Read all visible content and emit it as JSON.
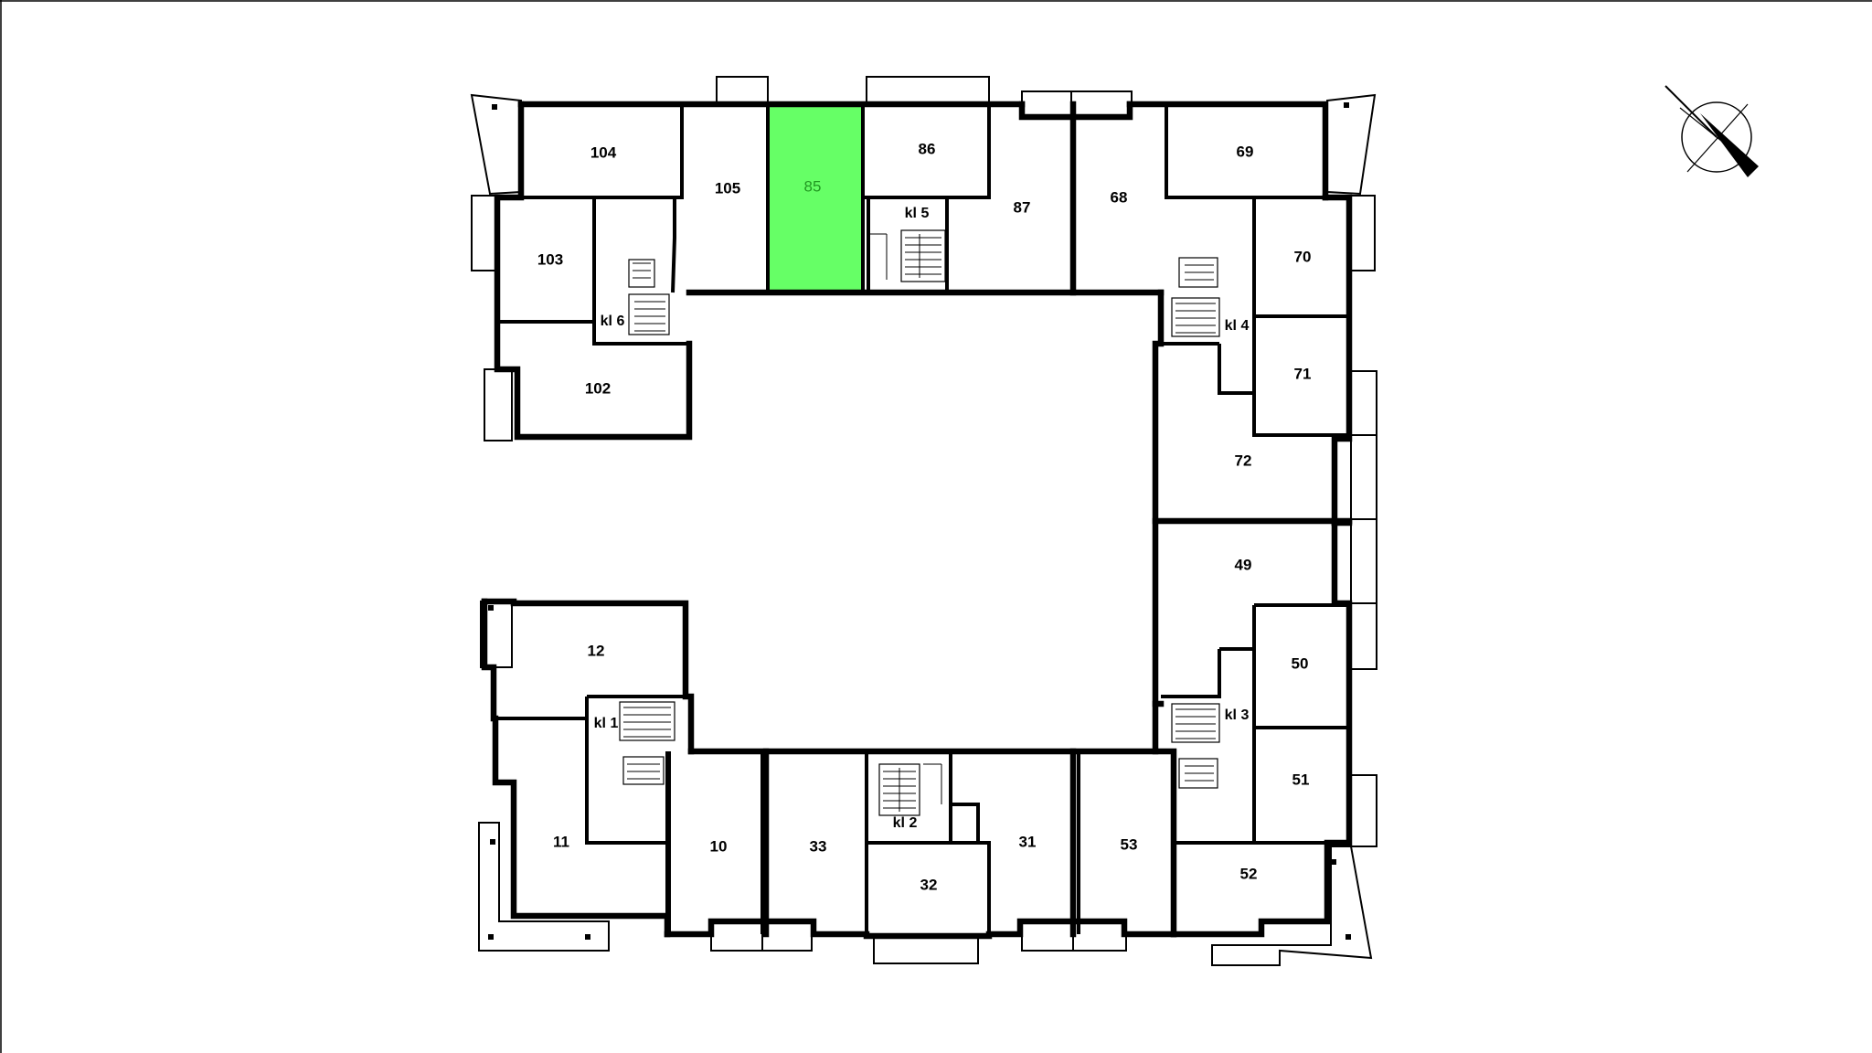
{
  "colors": {
    "highlight": "#66ff66",
    "highlight_edge": "#22bb22",
    "highlight_text": "#229922"
  },
  "selected_unit": "85",
  "units": {
    "u104": "104",
    "u105": "105",
    "u85": "85",
    "u86": "86",
    "u87": "87",
    "u68": "68",
    "u69": "69",
    "u103": "103",
    "u102": "102",
    "u70": "70",
    "u71": "71",
    "u72": "72",
    "u49": "49",
    "u50": "50",
    "u51": "51",
    "u52": "52",
    "u53": "53",
    "u31": "31",
    "u32": "32",
    "u33": "33",
    "u10": "10",
    "u11": "11",
    "u12": "12"
  },
  "stairwells": {
    "kl1": "kl 1",
    "kl2": "kl 2",
    "kl3": "kl 3",
    "kl4": "kl 4",
    "kl5": "kl 5",
    "kl6": "kl 6"
  },
  "compass_icon": "north-arrow-icon"
}
